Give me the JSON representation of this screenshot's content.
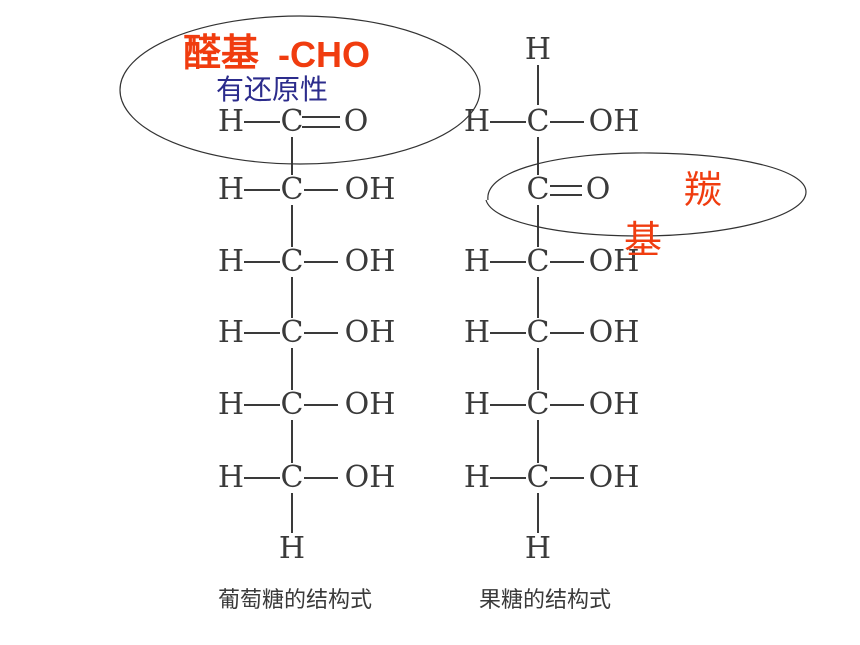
{
  "glucose": {
    "top_left": "H",
    "top_c": "C",
    "top_right": "O",
    "rows": [
      {
        "left": "H",
        "center": "C",
        "right": "OH"
      },
      {
        "left": "H",
        "center": "C",
        "right": "OH"
      },
      {
        "left": "H",
        "center": "C",
        "right": "OH"
      },
      {
        "left": "H",
        "center": "C",
        "right": "OH"
      },
      {
        "left": "H",
        "center": "C",
        "right": "OH"
      }
    ],
    "bottom": "H",
    "caption": "葡萄糖的结构式"
  },
  "fructose": {
    "top": "H",
    "row1": {
      "left": "H",
      "center": "C",
      "right": "OH"
    },
    "keto": {
      "center": "C",
      "right": "O"
    },
    "rows": [
      {
        "left": "H",
        "center": "C",
        "right": "OH"
      },
      {
        "left": "H",
        "center": "C",
        "right": "OH"
      },
      {
        "left": "H",
        "center": "C",
        "right": "OH"
      },
      {
        "left": "H",
        "center": "C",
        "right": "OH"
      }
    ],
    "bottom": "H",
    "caption": "果糖的结构式"
  },
  "annotations": {
    "aldehyde_name": "醛基",
    "aldehyde_formula": "-CHO",
    "reducing": "有还原性",
    "carbonyl_1": "羰",
    "carbonyl_2": "基"
  },
  "colors": {
    "annotation_red": "#f03c0f",
    "annotation_blue": "#2c2c8c",
    "structure": "#3a3a3a"
  }
}
